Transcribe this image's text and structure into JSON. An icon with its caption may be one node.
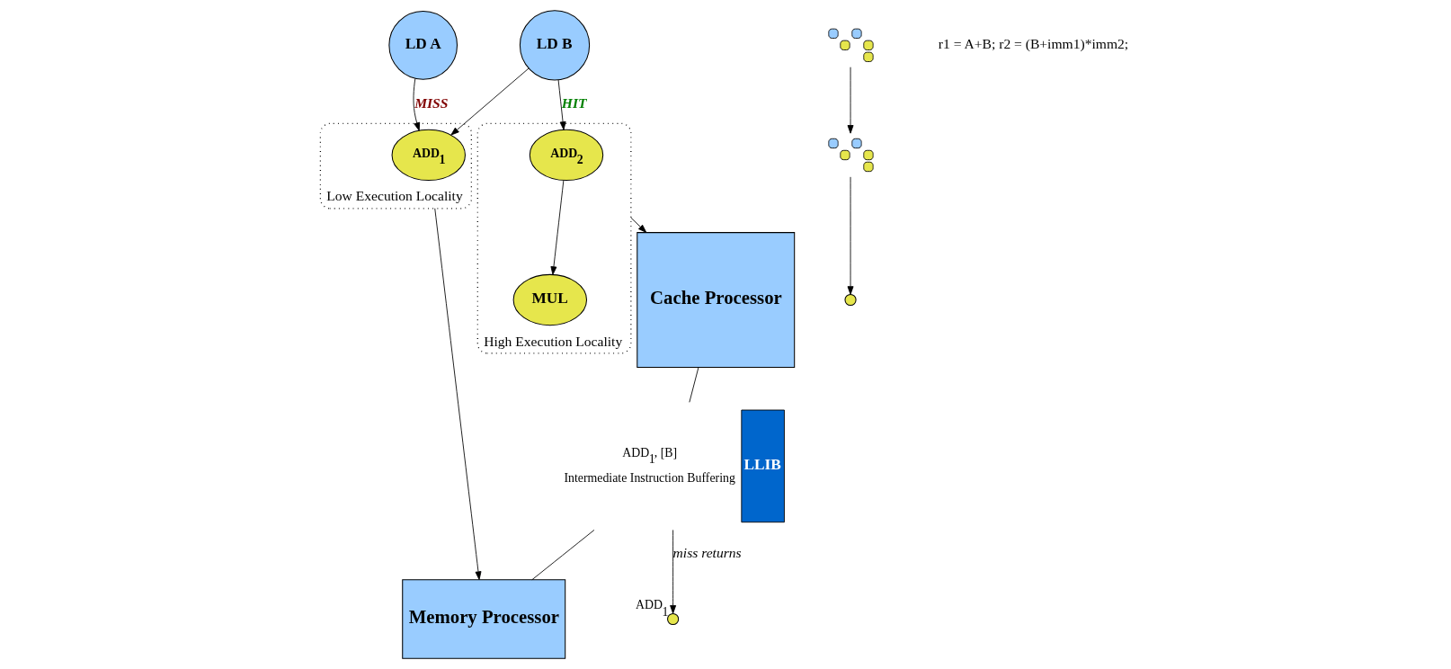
{
  "diagram": {
    "nodes": [
      {
        "text": [
          "LD A"
        ]
      },
      {
        "text": [
          "LD B"
        ]
      },
      {
        "text": [
          "High Execution Locality"
        ]
      },
      {
        "text": [
          "ADD$_{2}$"
        ],
        "in": 2
      },
      {
        "text": [
          "MUL"
        ],
        "in": 2
      },
      {
        "text": [
          "Low Execution Locality"
        ]
      },
      {
        "text": [
          "ADD$_{1}$"
        ],
        "in": 5
      },
      {
        "text": [
          "Cache Processor"
        ]
      },
      {
        "text": [
          "LLIB"
        ],
        "beside": [
          "ADD$_{1}$, [B]",
          "Intermediate Instruction Buffering"
        ]
      },
      {
        "text": [
          "Memory Processor"
        ]
      },
      {
        "text": [],
        "shape": "picture"
      },
      {
        "text": [],
        "shape": "picture"
      },
      {
        "text": [],
        "shape": "circle"
      },
      {
        "text": [],
        "shape": "circle",
        "beside": [
          "ADD$_{1}$"
        ]
      }
    ],
    "edges": [
      {
        "from": 0,
        "to": 6,
        "arrow": "to",
        "label": "MISS"
      },
      {
        "from": 1,
        "to": 6,
        "arrow": "to"
      },
      {
        "from": 1,
        "to": 3,
        "arrow": "to",
        "label": "HIT"
      },
      {
        "from": 3,
        "to": 4,
        "arrow": "to"
      },
      {
        "from": 2,
        "to": 7,
        "arrow": "to"
      },
      {
        "from": 5,
        "to": 9,
        "arrow": "to"
      },
      {
        "from": 7,
        "to": 8,
        "arrow": "none"
      },
      {
        "from": 8,
        "to": 9,
        "arrow": "none"
      },
      {
        "from": 10,
        "to": 11,
        "arrow": "to"
      },
      {
        "from": 11,
        "to": 12,
        "arrow": "to"
      },
      {
        "from": 8,
        "to": 13,
        "arrow": "to",
        "label": "miss returns"
      }
    ],
    "labels": [
      "r1 = A+B; r2 = (B+imm1)*imm2;"
    ]
  }
}
